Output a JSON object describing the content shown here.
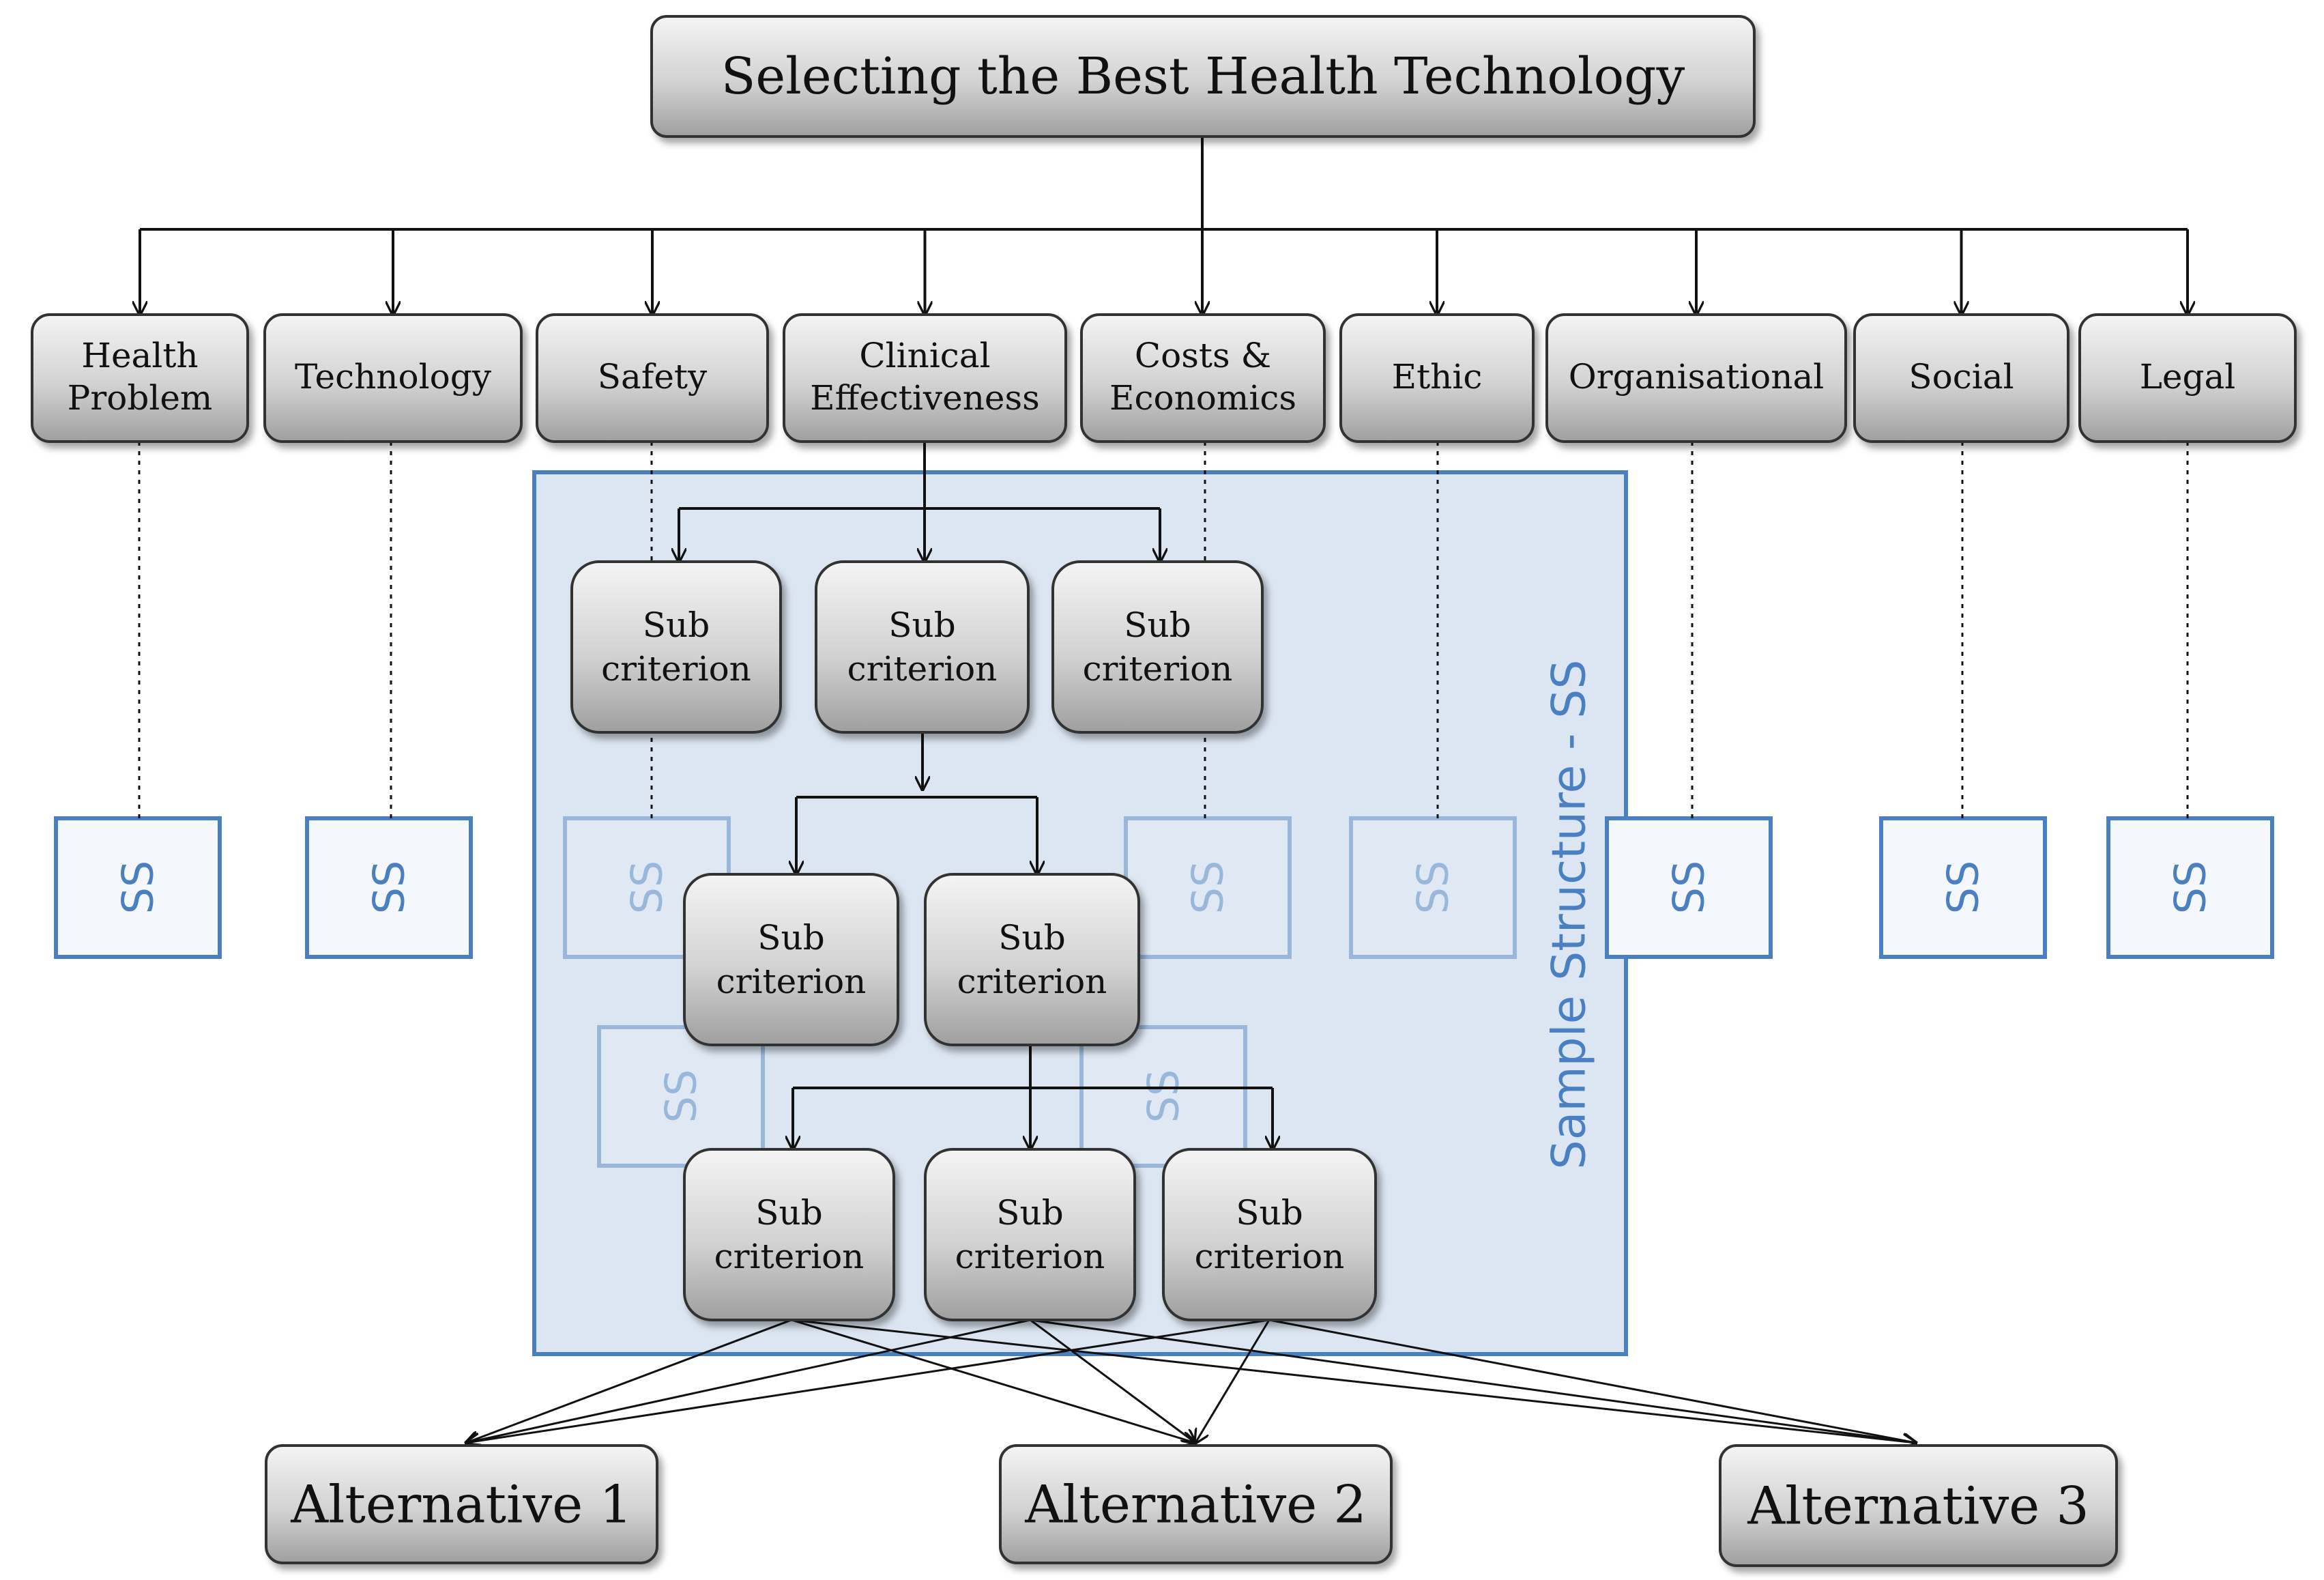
{
  "goal": {
    "label": "Selecting the Best Health Technology"
  },
  "criteria": [
    {
      "lines": [
        "Health",
        "Problem"
      ]
    },
    {
      "lines": [
        "Technology"
      ]
    },
    {
      "lines": [
        "Safety"
      ]
    },
    {
      "lines": [
        "Clinical",
        "Effectiveness"
      ]
    },
    {
      "lines": [
        "Costs &",
        "Economics"
      ]
    },
    {
      "lines": [
        "Ethic"
      ]
    },
    {
      "lines": [
        "Organisational"
      ]
    },
    {
      "lines": [
        "Social"
      ]
    },
    {
      "lines": [
        "Legal"
      ]
    }
  ],
  "sub_criterion": {
    "line1": "Sub",
    "line2": "criterion"
  },
  "ss_label": "SS",
  "sample_structure": {
    "label": "Sample Structure - SS"
  },
  "alternatives": [
    {
      "label": "Alternative 1"
    },
    {
      "label": "Alternative 2"
    },
    {
      "label": "Alternative 3"
    }
  ],
  "colors": {
    "box_fill_top": "#f2f2f2",
    "box_fill_bottom": "#a9a9a9",
    "box_stroke": "#333333",
    "panel_fill": "#dce6f2",
    "panel_stroke": "#4a7fc1",
    "ss_stroke": "#4a7fc1",
    "arrow": "#111111"
  }
}
